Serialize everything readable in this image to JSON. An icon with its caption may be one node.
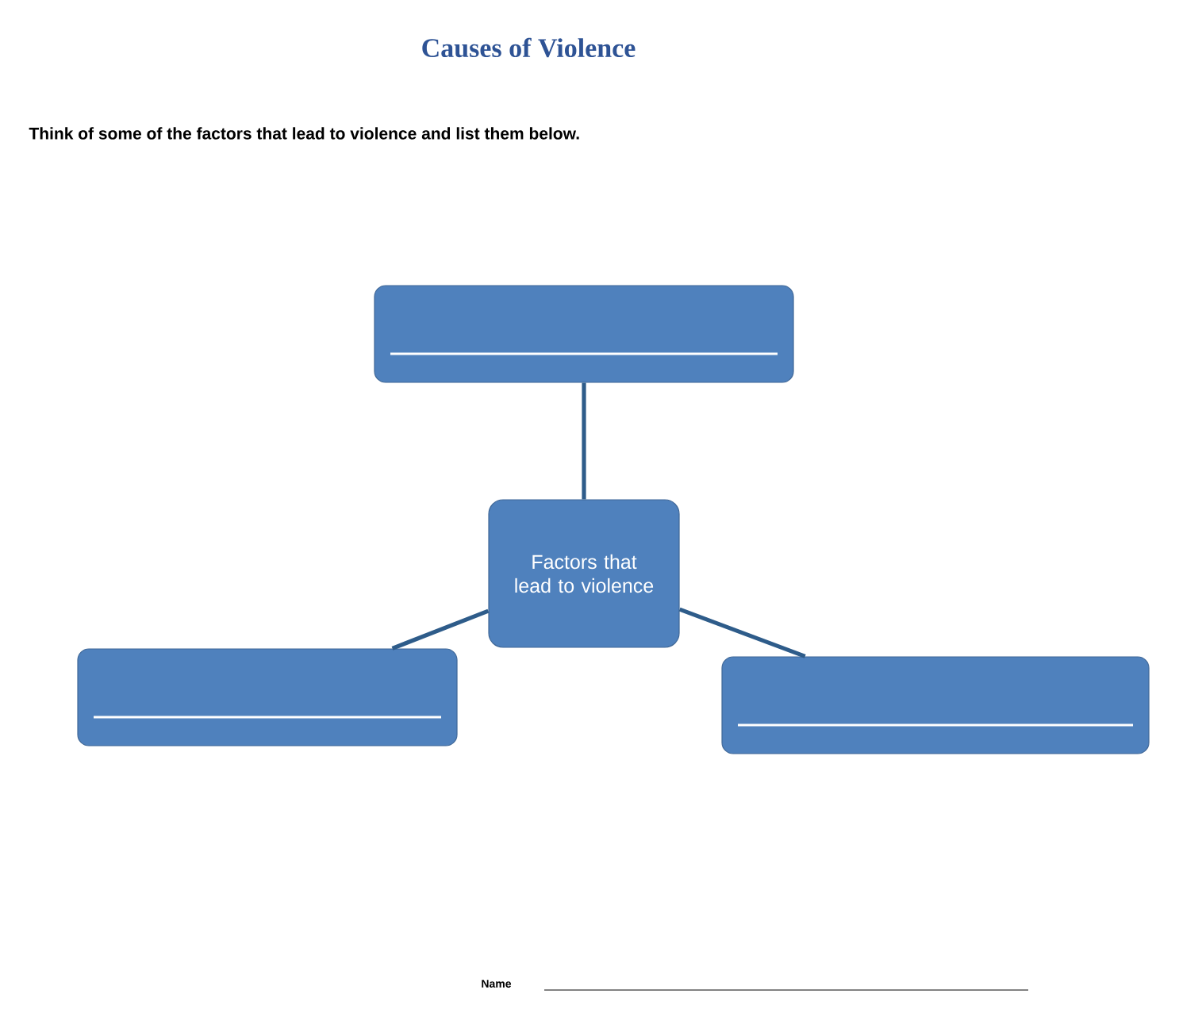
{
  "diagram": {
    "title": "Causes of Violence",
    "nodes": [
      {
        "text": [],
        "shape": "box"
      },
      {
        "text": [
          "Factors that lead to violence"
        ]
      },
      {
        "text": [],
        "shape": "box"
      },
      {
        "text": [],
        "shape": "box"
      }
    ],
    "edges": [
      {
        "from": 1,
        "to": 0,
        "arrow": "none"
      },
      {
        "from": 1,
        "to": 2,
        "arrow": "none"
      },
      {
        "from": 1,
        "to": 3,
        "arrow": "none"
      }
    ],
    "labels": [
      "Think of some of the factors that lead to violence and list them below.",
      "Name"
    ]
  }
}
